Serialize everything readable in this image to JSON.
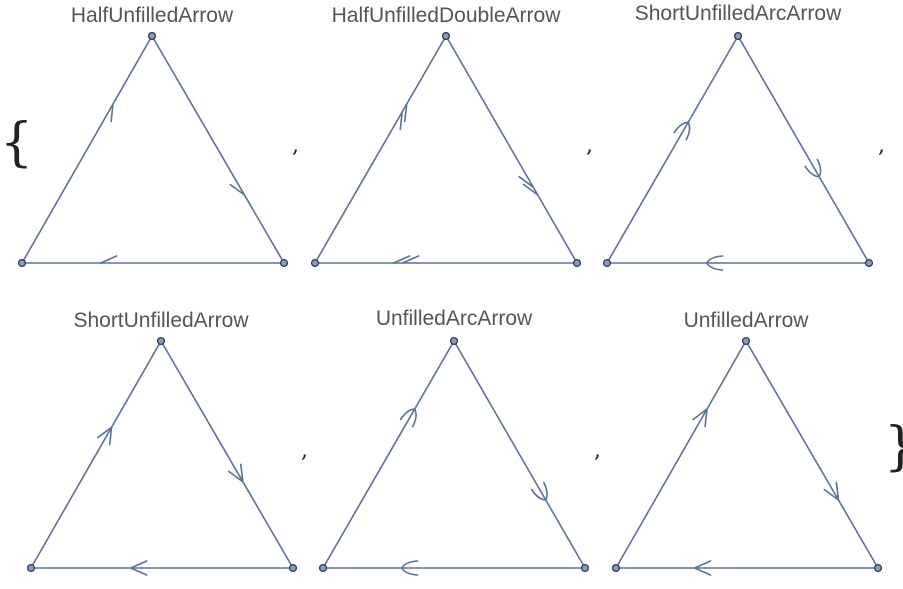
{
  "graphs": [
    {
      "label": "HalfUnfilledArrow",
      "arrow": "half",
      "double": false,
      "arc": false,
      "short": false
    },
    {
      "label": "HalfUnfilledDoubleArrow",
      "arrow": "half",
      "double": true,
      "arc": false,
      "short": false
    },
    {
      "label": "ShortUnfilledArcArrow",
      "arrow": "full",
      "double": false,
      "arc": true,
      "short": true
    },
    {
      "label": "ShortUnfilledArrow",
      "arrow": "full",
      "double": false,
      "arc": false,
      "short": true
    },
    {
      "label": "UnfilledArcArrow",
      "arrow": "full",
      "double": false,
      "arc": true,
      "short": false
    },
    {
      "label": "UnfilledArrow",
      "arrow": "full",
      "double": false,
      "arc": false,
      "short": false
    }
  ],
  "separators": [
    ",",
    ",",
    ",",
    ",",
    ","
  ],
  "braces": {
    "open": "{",
    "close": "}"
  },
  "colors": {
    "edge": "#5b7197",
    "vertex_fill": "#8a9ab8",
    "vertex_stroke": "#2d3a55",
    "label": "#555555"
  }
}
